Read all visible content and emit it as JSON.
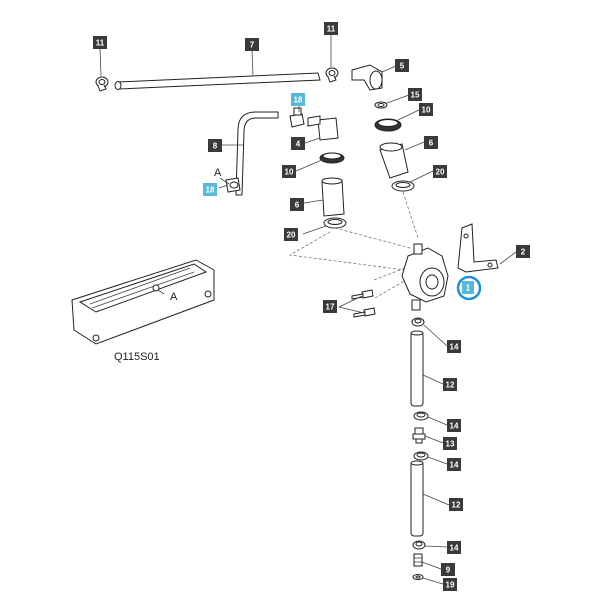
{
  "colors": {
    "callout_bg": "#3a3a3a",
    "callout_highlight_bg": "#57b8d8",
    "highlight_ring": "#1e90d6",
    "line": "#222222"
  },
  "labels": {
    "c11a": "11",
    "c7": "7",
    "c11b": "11",
    "c5": "5",
    "c18a": "18",
    "c15": "15",
    "c10a": "10",
    "c8": "8",
    "c4": "4",
    "c6a": "6",
    "c10b": "10",
    "c18b": "18",
    "c20a": "20",
    "c6b": "6",
    "c20b": "20",
    "c2": "2",
    "c1": "1",
    "c17": "17",
    "c14a": "14",
    "c12a": "12",
    "c14b": "14",
    "c13": "13",
    "c14c": "14",
    "c12b": "12",
    "c14d": "14",
    "c9": "9",
    "c19": "19",
    "view_a_top": "A",
    "view_a_cover": "A",
    "figure_code": "Q115S01"
  },
  "highlighted_parts": [
    "18",
    "1"
  ]
}
